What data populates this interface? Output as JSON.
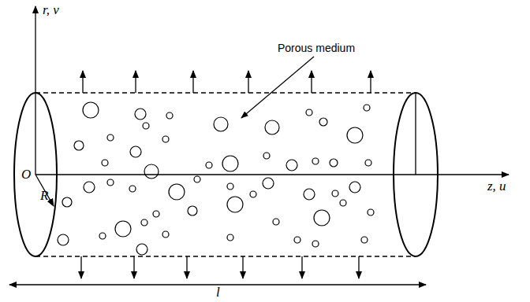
{
  "diagram": {
    "labels": [
      "r, v",
      "Porous medium",
      "O",
      "R",
      "z, u",
      "l"
    ]
  }
}
